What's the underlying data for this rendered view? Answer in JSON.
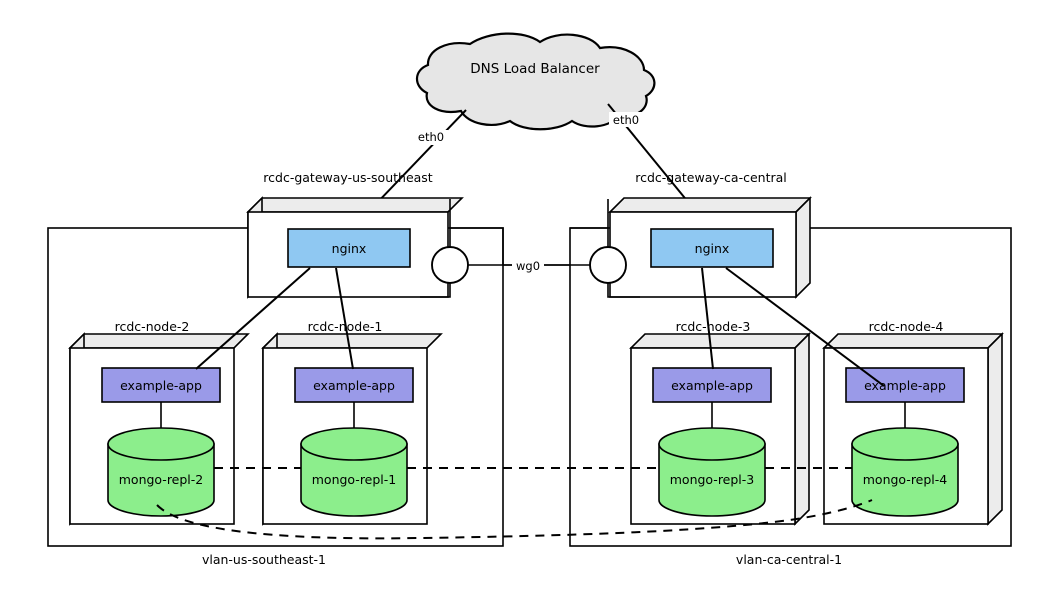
{
  "diagram": {
    "title": "DNS Load Balancer network topology",
    "cloud": {
      "label": "DNS Load Balancer",
      "fill": "#e6e6e6"
    },
    "colors": {
      "nginx_fill": "#8fc8f2",
      "app_fill": "#9a9ae8",
      "db_fill": "#8cee8c",
      "box_side_fill": "#ececec",
      "cloud_fill": "#e6e6e6",
      "stroke": "#000000"
    },
    "edge_labels": {
      "eth0_left": "eth0",
      "eth0_right": "eth0",
      "wg0": "wg0"
    },
    "gateways": [
      {
        "id": "gateway-us-southeast",
        "label": "rcdc-gateway-us-southeast",
        "service": "nginx",
        "depth_side": "left"
      },
      {
        "id": "gateway-ca-central",
        "label": "rcdc-gateway-ca-central",
        "service": "nginx",
        "depth_side": "right"
      }
    ],
    "vlans": [
      {
        "id": "vlan-us-southeast-1",
        "label": "vlan-us-southeast-1"
      },
      {
        "id": "vlan-ca-central-1",
        "label": "vlan-ca-central-1"
      }
    ],
    "nodes": [
      {
        "id": "rcdc-node-2",
        "label": "rcdc-node-2",
        "app": "example-app",
        "db": "mongo-repl-2",
        "vlan": "vlan-us-southeast-1",
        "depth_side": "left"
      },
      {
        "id": "rcdc-node-1",
        "label": "rcdc-node-1",
        "app": "example-app",
        "db": "mongo-repl-1",
        "vlan": "vlan-us-southeast-1",
        "depth_side": "left"
      },
      {
        "id": "rcdc-node-3",
        "label": "rcdc-node-3",
        "app": "example-app",
        "db": "mongo-repl-3",
        "vlan": "vlan-ca-central-1",
        "depth_side": "right"
      },
      {
        "id": "rcdc-node-4",
        "label": "rcdc-node-4",
        "app": "example-app",
        "db": "mongo-repl-4",
        "vlan": "vlan-ca-central-1",
        "depth_side": "right"
      }
    ]
  }
}
